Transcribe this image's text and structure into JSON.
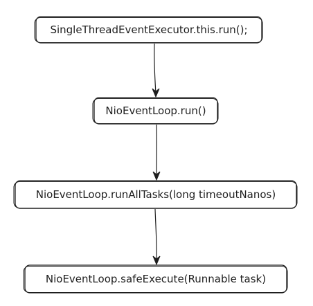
{
  "diagram": {
    "type": "flowchart",
    "nodes": [
      {
        "id": "n1",
        "label": "SingleThreadEventExecutor.this.run();"
      },
      {
        "id": "n2",
        "label": "NioEventLoop.run()"
      },
      {
        "id": "n3",
        "label": "NioEventLoop.runAllTasks(long timeoutNanos)"
      },
      {
        "id": "n4",
        "label": "NioEventLoop.safeExecute(Runnable task)"
      }
    ],
    "edges": [
      {
        "from": "n1",
        "to": "n2"
      },
      {
        "from": "n2",
        "to": "n3"
      },
      {
        "from": "n3",
        "to": "n4"
      }
    ],
    "colors": {
      "stroke": "#1e1e1e",
      "background": "#ffffff"
    }
  }
}
